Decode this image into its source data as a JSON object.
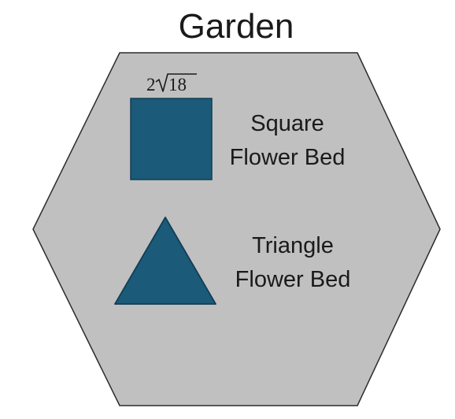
{
  "title": "Garden",
  "square_bed": {
    "side_coefficient": "2",
    "side_radicand": "18",
    "label_line1": "Square",
    "label_line2": "Flower Bed"
  },
  "triangle_bed": {
    "label_line1": "Triangle",
    "label_line2": "Flower Bed"
  },
  "colors": {
    "garden_fill": "#c0c0c0",
    "garden_stroke": "#2b2b2b",
    "bed_fill": "#1b5a78",
    "bed_stroke": "#123e55",
    "text": "#1a1a1a"
  }
}
